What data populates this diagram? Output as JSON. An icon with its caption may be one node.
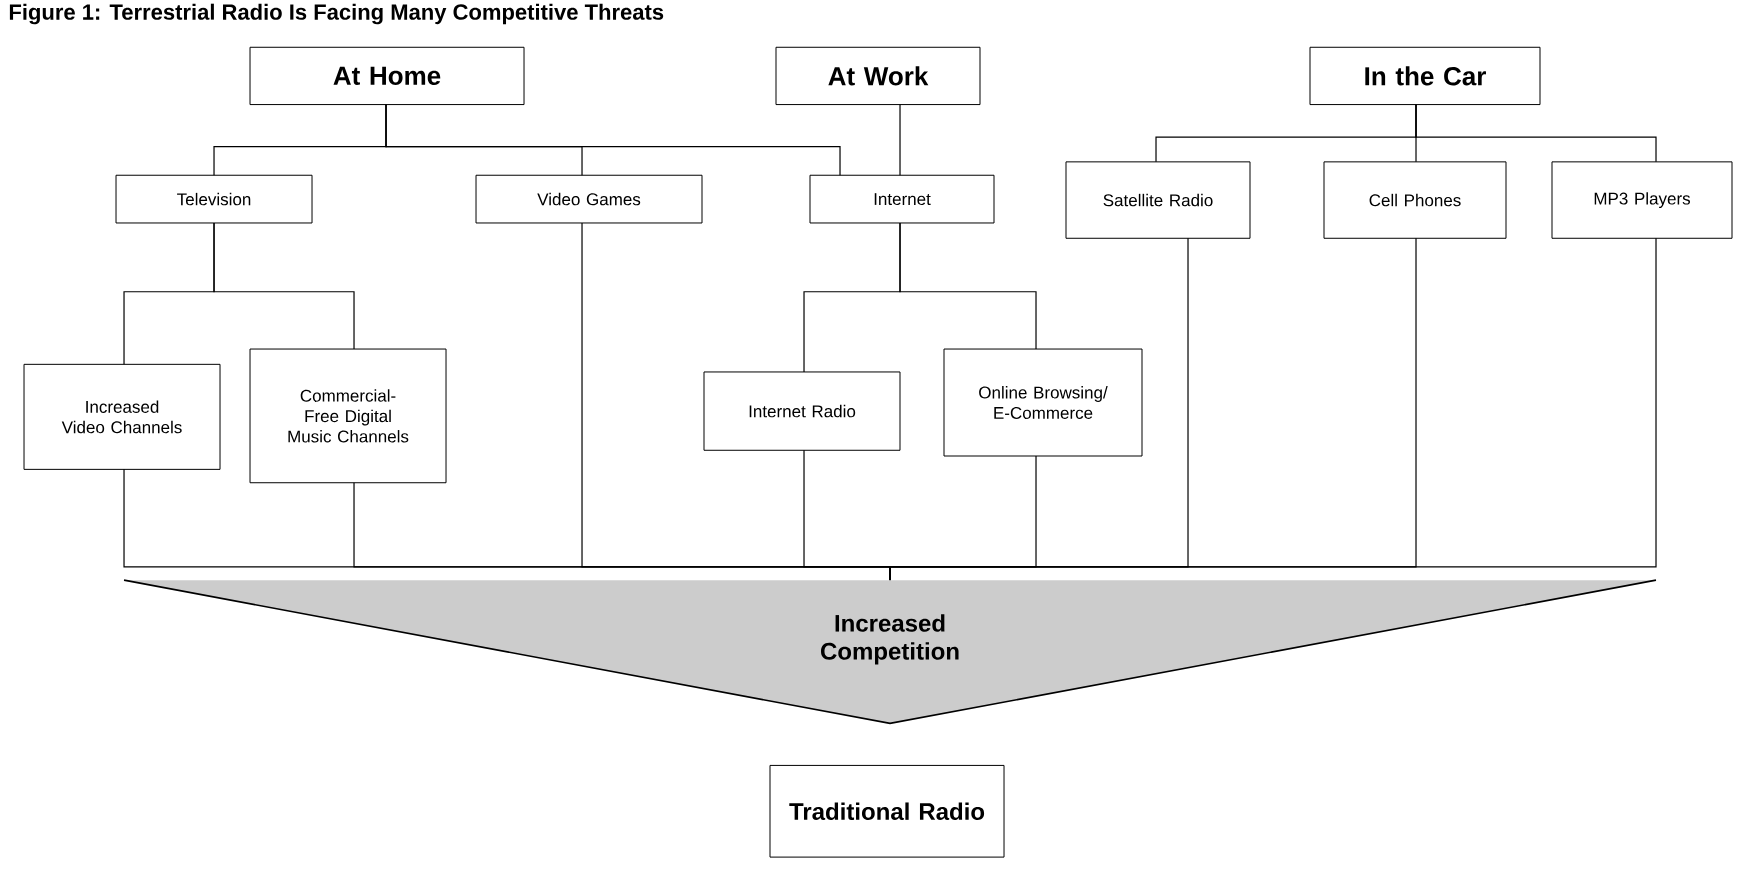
{
  "diagram": {
    "title": "Figure 1: Terrestrial Radio Is Facing Many Competitive Threats",
    "nodes": [
      {
        "text": [
          "At Home"
        ]
      },
      {
        "text": [
          "At Work"
        ]
      },
      {
        "text": [
          "In the Car"
        ]
      },
      {
        "text": [
          "Television"
        ]
      },
      {
        "text": [
          "Video Games"
        ]
      },
      {
        "text": [
          "Internet"
        ]
      },
      {
        "text": [
          "Satellite Radio"
        ]
      },
      {
        "text": [
          "Cell Phones"
        ]
      },
      {
        "text": [
          "MP3 Players"
        ]
      },
      {
        "text": [
          "Increased Video Channels"
        ]
      },
      {
        "text": [
          "Commercial-Free Digital Music Channels"
        ]
      },
      {
        "text": [
          "Internet Radio"
        ]
      },
      {
        "text": [
          "Online Browsing/ E-Commerce"
        ]
      },
      {
        "text": [
          "Increased Competition"
        ]
      },
      {
        "text": [
          "Traditional Radio"
        ]
      }
    ],
    "edges": [
      {
        "from": 0,
        "to": 3,
        "arrow": "none"
      },
      {
        "from": 0,
        "to": 4,
        "arrow": "none"
      },
      {
        "from": 0,
        "to": 5,
        "arrow": "none"
      },
      {
        "from": 1,
        "to": 5,
        "arrow": "none"
      },
      {
        "from": 2,
        "to": 6,
        "arrow": "none"
      },
      {
        "from": 2,
        "to": 7,
        "arrow": "none"
      },
      {
        "from": 2,
        "to": 8,
        "arrow": "none"
      },
      {
        "from": 3,
        "to": 9,
        "arrow": "none"
      },
      {
        "from": 3,
        "to": 10,
        "arrow": "none"
      },
      {
        "from": 5,
        "to": 11,
        "arrow": "none"
      },
      {
        "from": 5,
        "to": 12,
        "arrow": "none"
      },
      {
        "from": 9,
        "to": 13,
        "arrow": "none"
      },
      {
        "from": 10,
        "to": 13,
        "arrow": "none"
      },
      {
        "from": 4,
        "to": 13,
        "arrow": "none"
      },
      {
        "from": 11,
        "to": 13,
        "arrow": "none"
      },
      {
        "from": 12,
        "to": 13,
        "arrow": "none"
      },
      {
        "from": 6,
        "to": 13,
        "arrow": "none"
      },
      {
        "from": 7,
        "to": 13,
        "arrow": "none"
      },
      {
        "from": 8,
        "to": 13,
        "arrow": "none"
      }
    ]
  }
}
